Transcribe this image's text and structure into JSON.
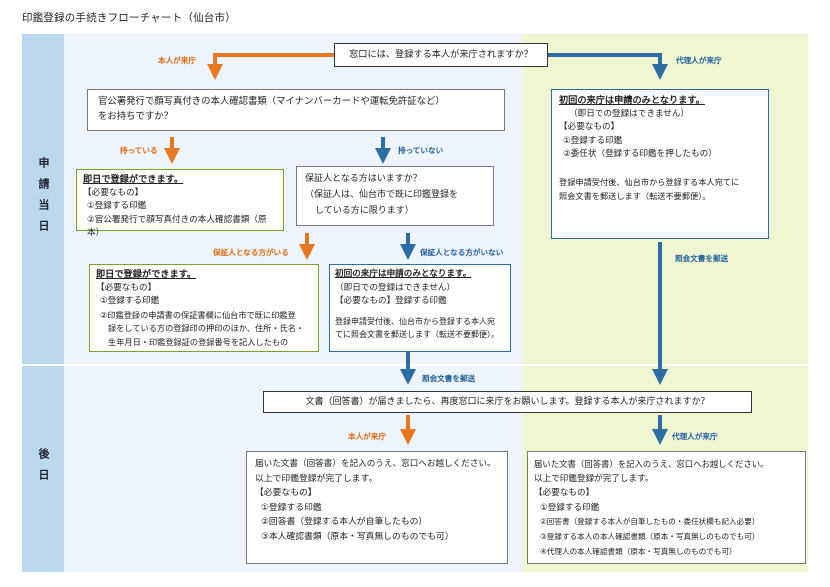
{
  "title": "印鑑登録の手続きフローチャート（仙台市）",
  "bands": {
    "same_day": "申請当日",
    "later": "後日"
  },
  "colors": {
    "orange": "#e87722",
    "blue": "#2e6da4",
    "green": "#7ba22d",
    "band": "#bcd8ee"
  },
  "top_question": "窓口には、登録する本人が来庁されますか？",
  "labels": {
    "self_visit": "本人が来庁",
    "proxy_visit": "代理人が来庁",
    "have": "持っている",
    "not_have": "持っていない",
    "guarantor_yes": "保証人となる方がいる",
    "guarantor_no": "保証人となる方がいない",
    "mail_inquiry_right": "照会文書を郵送",
    "mail_inquiry_center": "照会文書を郵送",
    "later_self": "本人が来庁",
    "later_proxy": "代理人が来庁"
  },
  "id_question": {
    "line1": "官公署発行で顔写真付きの本人確認書類（マイナンバーカードや運転免許証など）",
    "line2": "をお持ちですか？"
  },
  "box_have_id": {
    "title": "即日で登録ができます。",
    "needs": "【必要なもの】",
    "items": [
      "①登録する印鑑",
      "②官公署発行で顔写真付きの本人確認書類（原本）"
    ]
  },
  "guarantor_question": {
    "line1": "保証人となる方はいますか？",
    "line2": "（保証人は、仙台市で既に印鑑登録を",
    "line3": "している方に限ります）"
  },
  "box_guarantor": {
    "title": "即日で登録ができます。",
    "needs": "【必要なもの】",
    "item1": "①登録する印鑑",
    "item2a": "②印鑑登録の申請書の保証書欄に仙台市で既に印鑑登",
    "item2b": "録をしている方の登録印の押印のほか、住所・氏名・",
    "item2c": "生年月日・印鑑登録証の登録番号を記入したもの"
  },
  "box_no_guarantor": {
    "title": "初回の来庁は申請のみとなります。",
    "line1": "（即日での登録はできません）",
    "line2": "【必要なもの】登録する印鑑",
    "line3": "登録申請受付後、仙台市から登録する本人宛",
    "line4": "てに照会文書を郵送します（転送不要郵便）。"
  },
  "box_proxy": {
    "title": "初回の来庁は申請のみとなります。",
    "line1": "（即日での登録はできません）",
    "needs": "【必要なもの】",
    "item1": "①登録する印鑑",
    "item2": "②委任状（登録する印鑑を押したもの）",
    "line3": "登録申請受付後、仙台市から登録する本人宛てに",
    "line4": "照会文書を郵送します（転送不要郵便）。"
  },
  "later_question": "文書（回答書）が届きましたら、再度窓口に来庁をお願いします。登録する本人が来庁されますか？",
  "box_later_self": {
    "line1": "届いた文書（回答書）を記入のうえ、窓口へお越しください。",
    "line2": "以上で印鑑登録が完了します。",
    "needs": "【必要なもの】",
    "items": [
      "①登録する印鑑",
      "②回答書（登録する本人が自筆したもの）",
      "③本人確認書類（原本・写真無しのものでも可）"
    ]
  },
  "box_later_proxy": {
    "line1": "届いた文書（回答書）を記入のうえ、窓口へお越しください。",
    "line2": "以上で印鑑登録が完了します。",
    "needs": "【必要なもの】",
    "items": [
      "①登録する印鑑",
      "②回答書（登録する本人が自筆したもの・委任状欄も記入必要）",
      "③登録する本人の本人確認書類（原本・写真無しのものでも可）",
      "④代理人の本人確認書類（原本・写真無しのものでも可）"
    ]
  }
}
